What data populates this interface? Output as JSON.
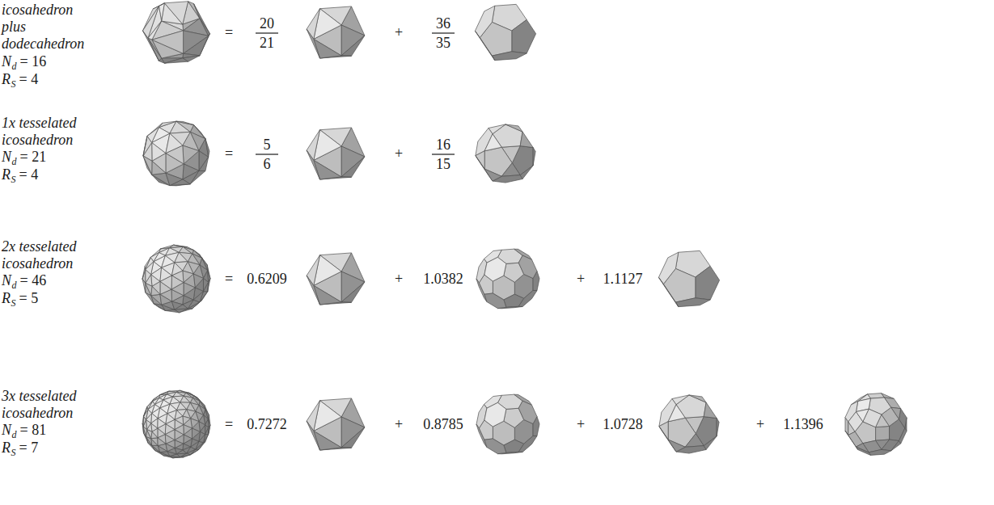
{
  "diagram": {
    "labels": [
      "icosahedron plus dodecahedron",
      "N",
      "d",
      "= 16",
      "R",
      "S",
      "= 4",
      "=",
      "20",
      "21",
      "+",
      "36",
      "35",
      "1x tesselated icosahedron",
      "N",
      "d",
      "= 21",
      "R",
      "S",
      "= 4",
      "=",
      "5",
      "6",
      "+",
      "16",
      "15",
      "2x tesselated icosahedron",
      "N",
      "d",
      "= 46",
      "R",
      "S",
      "= 5",
      "=",
      "0.6209",
      "+",
      "1.0382",
      "+",
      "1.1127",
      "3x tesselated icosahedron",
      "N",
      "d",
      "= 81",
      "R",
      "S",
      "= 7",
      "=",
      "0.7272",
      "+",
      "0.8785",
      "+",
      "1.0728",
      "+",
      "1.1396"
    ]
  }
}
